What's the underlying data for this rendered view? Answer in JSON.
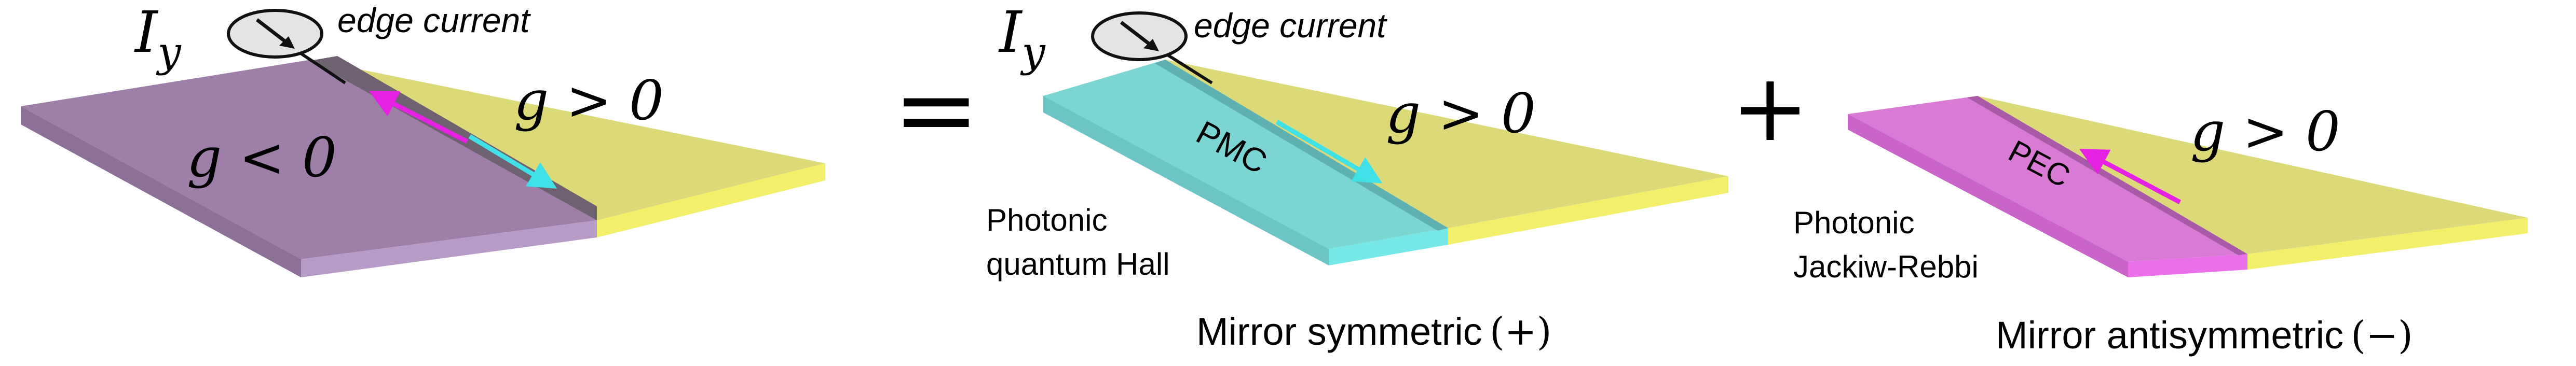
{
  "colors": {
    "yellow_top": "#dcda78",
    "yellow_side": "#f2ef6a",
    "purple_top": "#9d7fa8",
    "purple_side": "#b69bc6",
    "cyan_top": "#7ad5d3",
    "cyan_side": "#76e8e8",
    "magenta_top": "#d97ad4",
    "magenta_side": "#ea70ea",
    "arrow_cyan": "#3fe0e6",
    "arrow_magenta": "#e521e3"
  },
  "panel1": {
    "current_symbol": "I",
    "current_subscript": "y",
    "edge_current": "edge current",
    "g_negative": "g < 0",
    "g_positive": "g > 0"
  },
  "equals": "=",
  "panel2": {
    "current_symbol": "I",
    "current_subscript": "y",
    "edge_current": "edge current",
    "strip_label": "PMC",
    "g_positive": "g > 0",
    "name_line1": "Photonic",
    "name_line2": "quantum Hall",
    "caption": "Mirror symmetric",
    "caption_sign": "(+)"
  },
  "plus": "+",
  "panel3": {
    "strip_label": "PEC",
    "g_positive": "g > 0",
    "name_line1": "Photonic",
    "name_line2": "Jackiw-Rebbi",
    "caption": "Mirror antisymmetric",
    "caption_sign": "(−)"
  }
}
